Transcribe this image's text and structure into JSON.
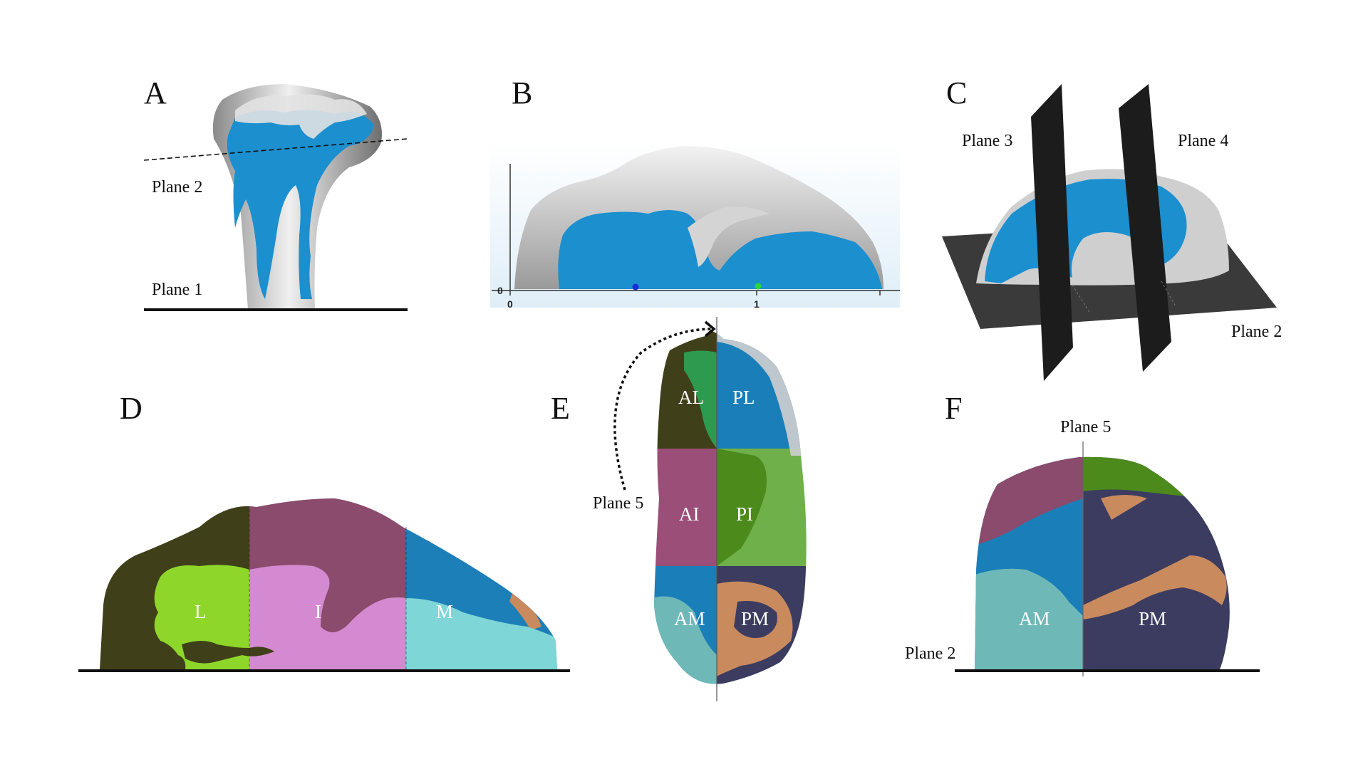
{
  "panels": {
    "a": {
      "letter": "A",
      "plane1": "Plane 1",
      "plane2": "Plane 2"
    },
    "b": {
      "letter": "B",
      "tick_y0": "0",
      "tick_x0": "0",
      "tick_x1": "1"
    },
    "c": {
      "letter": "C",
      "plane3": "Plane 3",
      "plane4": "Plane 4",
      "plane2": "Plane 2"
    },
    "d": {
      "letter": "D",
      "regions": [
        "L",
        "I",
        "M"
      ]
    },
    "e": {
      "letter": "E",
      "plane5": "Plane 5",
      "regions": [
        "AL",
        "PL",
        "AI",
        "PI",
        "AM",
        "PM"
      ]
    },
    "f": {
      "letter": "F",
      "plane5": "Plane 5",
      "plane2": "Plane 2",
      "regions": [
        "AM",
        "PM"
      ]
    }
  },
  "colors": {
    "bone": "#c8c8c8",
    "cartilage": "#1c8fcf",
    "L": "#8ed62a",
    "I": "#d48ad0",
    "M": "#7fd6d6",
    "AL": "#2e9a50",
    "PL": "#1a7fb8",
    "AI": "#9a4e78",
    "PI": "#4c8a1c",
    "AM": "#6fb8b8",
    "PM": "#3b3c60",
    "dark_olive": "#3f3f1a",
    "orange": "#c98a5e",
    "plane": "#222222"
  }
}
